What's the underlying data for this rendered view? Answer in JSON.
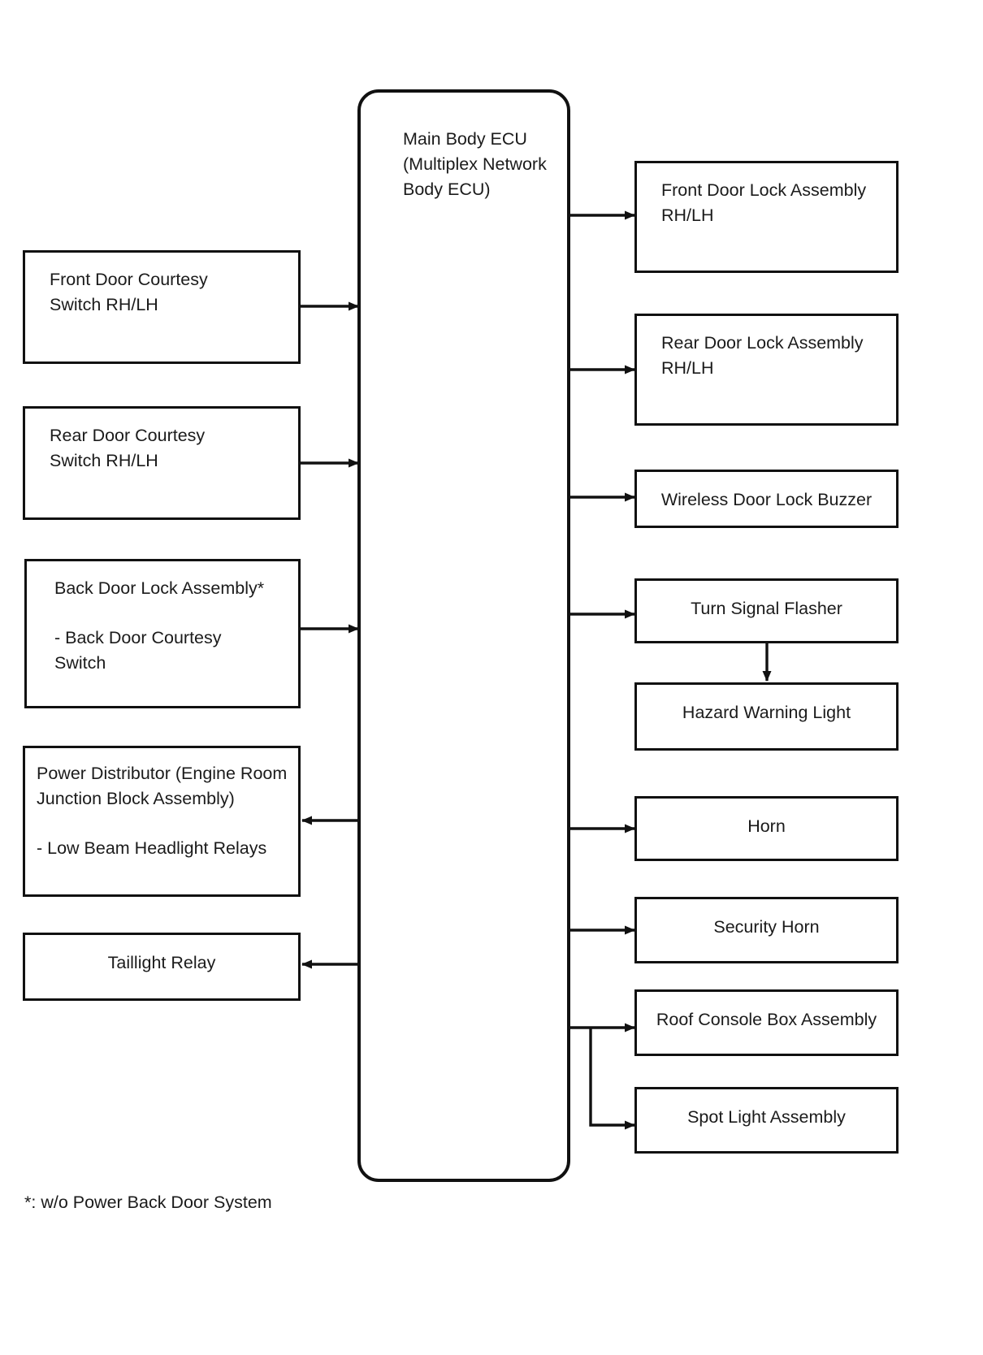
{
  "diagram": {
    "title_block": {
      "id": "main-body-ecu",
      "label": "Main Body ECU\n(Multiplex Network\nBody ECU)"
    },
    "footnote": "*: w/o Power Back Door System",
    "left_nodes": [
      {
        "id": "front-door-courtesy-switch",
        "label": "Front Door Courtesy\nSwitch RH/LH",
        "direction": "to-ecu"
      },
      {
        "id": "rear-door-courtesy-switch",
        "label": "Rear Door Courtesy\nSwitch RH/LH",
        "direction": "to-ecu"
      },
      {
        "id": "back-door-lock-assembly",
        "label": "Back Door Lock Assembly*\n\n- Back Door Courtesy\nSwitch",
        "direction": "to-ecu"
      },
      {
        "id": "power-distributor",
        "label": "Power Distributor (Engine Room\nJunction Block Assembly)\n\n- Low Beam Headlight Relays",
        "direction": "from-ecu"
      },
      {
        "id": "taillight-relay",
        "label": "Taillight Relay",
        "direction": "from-ecu"
      }
    ],
    "right_nodes": [
      {
        "id": "front-door-lock-assembly",
        "label": "Front Door Lock Assembly\nRH/LH"
      },
      {
        "id": "rear-door-lock-assembly",
        "label": "Rear Door Lock Assembly\nRH/LH"
      },
      {
        "id": "wireless-door-lock-buzzer",
        "label": "Wireless Door Lock Buzzer"
      },
      {
        "id": "turn-signal-flasher",
        "label": "Turn Signal Flasher"
      },
      {
        "id": "hazard-warning-light",
        "label": "Hazard Warning Light"
      },
      {
        "id": "horn",
        "label": "Horn"
      },
      {
        "id": "security-horn",
        "label": "Security Horn"
      },
      {
        "id": "roof-console-box-assembly",
        "label": "Roof Console Box Assembly"
      },
      {
        "id": "spot-light-assembly",
        "label": "Spot Light Assembly"
      }
    ],
    "colors": {
      "line": "#111111",
      "box_border": "#111111",
      "text": "#1b1b1b",
      "background": "#ffffff"
    }
  }
}
